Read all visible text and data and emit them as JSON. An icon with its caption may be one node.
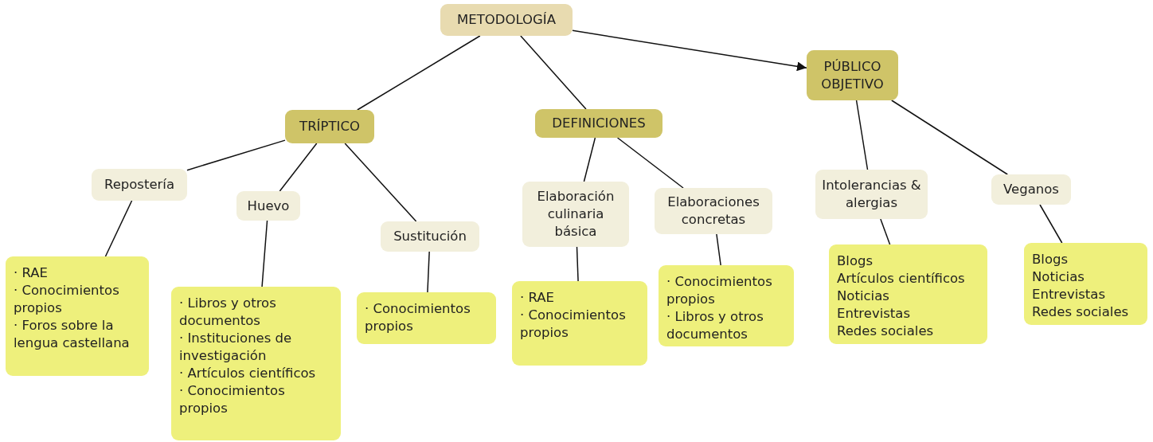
{
  "diagram": {
    "nodes": [
      {
        "text": [
          "METODOLOGÍA"
        ]
      },
      {
        "text": [
          "TRÍPTICO"
        ]
      },
      {
        "text": [
          "DEFINICIONES"
        ]
      },
      {
        "text": [
          "PÚBLICO OBJETIVO"
        ]
      },
      {
        "text": [
          "Repostería"
        ]
      },
      {
        "text": [
          "Huevo"
        ]
      },
      {
        "text": [
          "Sustitución"
        ]
      },
      {
        "text": [
          "Elaboración culinaria básica"
        ]
      },
      {
        "text": [
          "Elaboraciones concretas"
        ]
      },
      {
        "text": [
          "Intolerancias & alergias"
        ]
      },
      {
        "text": [
          "Veganos"
        ]
      },
      {
        "text": [
          "· RAE",
          "· Conocimientos propios",
          "· Foros sobre la lengua castellana"
        ]
      },
      {
        "text": [
          "· Libros y otros documentos",
          "· Instituciones de investigación",
          "· Artículos científicos",
          "· Conocimientos propios"
        ]
      },
      {
        "text": [
          "· Conocimientos propios"
        ]
      },
      {
        "text": [
          "· RAE",
          "· Conocimientos propios"
        ]
      },
      {
        "text": [
          "· Conocimientos propios",
          "· Libros y otros documentos"
        ]
      },
      {
        "text": [
          "Blogs",
          "Artículos científicos",
          "Noticias",
          "Entrevistas",
          "Redes sociales"
        ]
      },
      {
        "text": [
          "Blogs",
          "Noticias",
          "Entrevistas",
          "Redes sociales"
        ]
      }
    ],
    "edges": [
      {
        "from": 0,
        "to": 1,
        "arrow": "none"
      },
      {
        "from": 0,
        "to": 2,
        "arrow": "none"
      },
      {
        "from": 0,
        "to": 3,
        "arrow": "to"
      },
      {
        "from": 1,
        "to": 4,
        "arrow": "none"
      },
      {
        "from": 1,
        "to": 5,
        "arrow": "none"
      },
      {
        "from": 1,
        "to": 6,
        "arrow": "none"
      },
      {
        "from": 2,
        "to": 7,
        "arrow": "none"
      },
      {
        "from": 2,
        "to": 8,
        "arrow": "none"
      },
      {
        "from": 3,
        "to": 9,
        "arrow": "none"
      },
      {
        "from": 3,
        "to": 10,
        "arrow": "none"
      },
      {
        "from": 4,
        "to": 11,
        "arrow": "none"
      },
      {
        "from": 5,
        "to": 12,
        "arrow": "none"
      },
      {
        "from": 6,
        "to": 13,
        "arrow": "none"
      },
      {
        "from": 7,
        "to": 14,
        "arrow": "none"
      },
      {
        "from": 8,
        "to": 15,
        "arrow": "none"
      },
      {
        "from": 9,
        "to": 16,
        "arrow": "none"
      },
      {
        "from": 10,
        "to": 17,
        "arrow": "none"
      }
    ]
  }
}
